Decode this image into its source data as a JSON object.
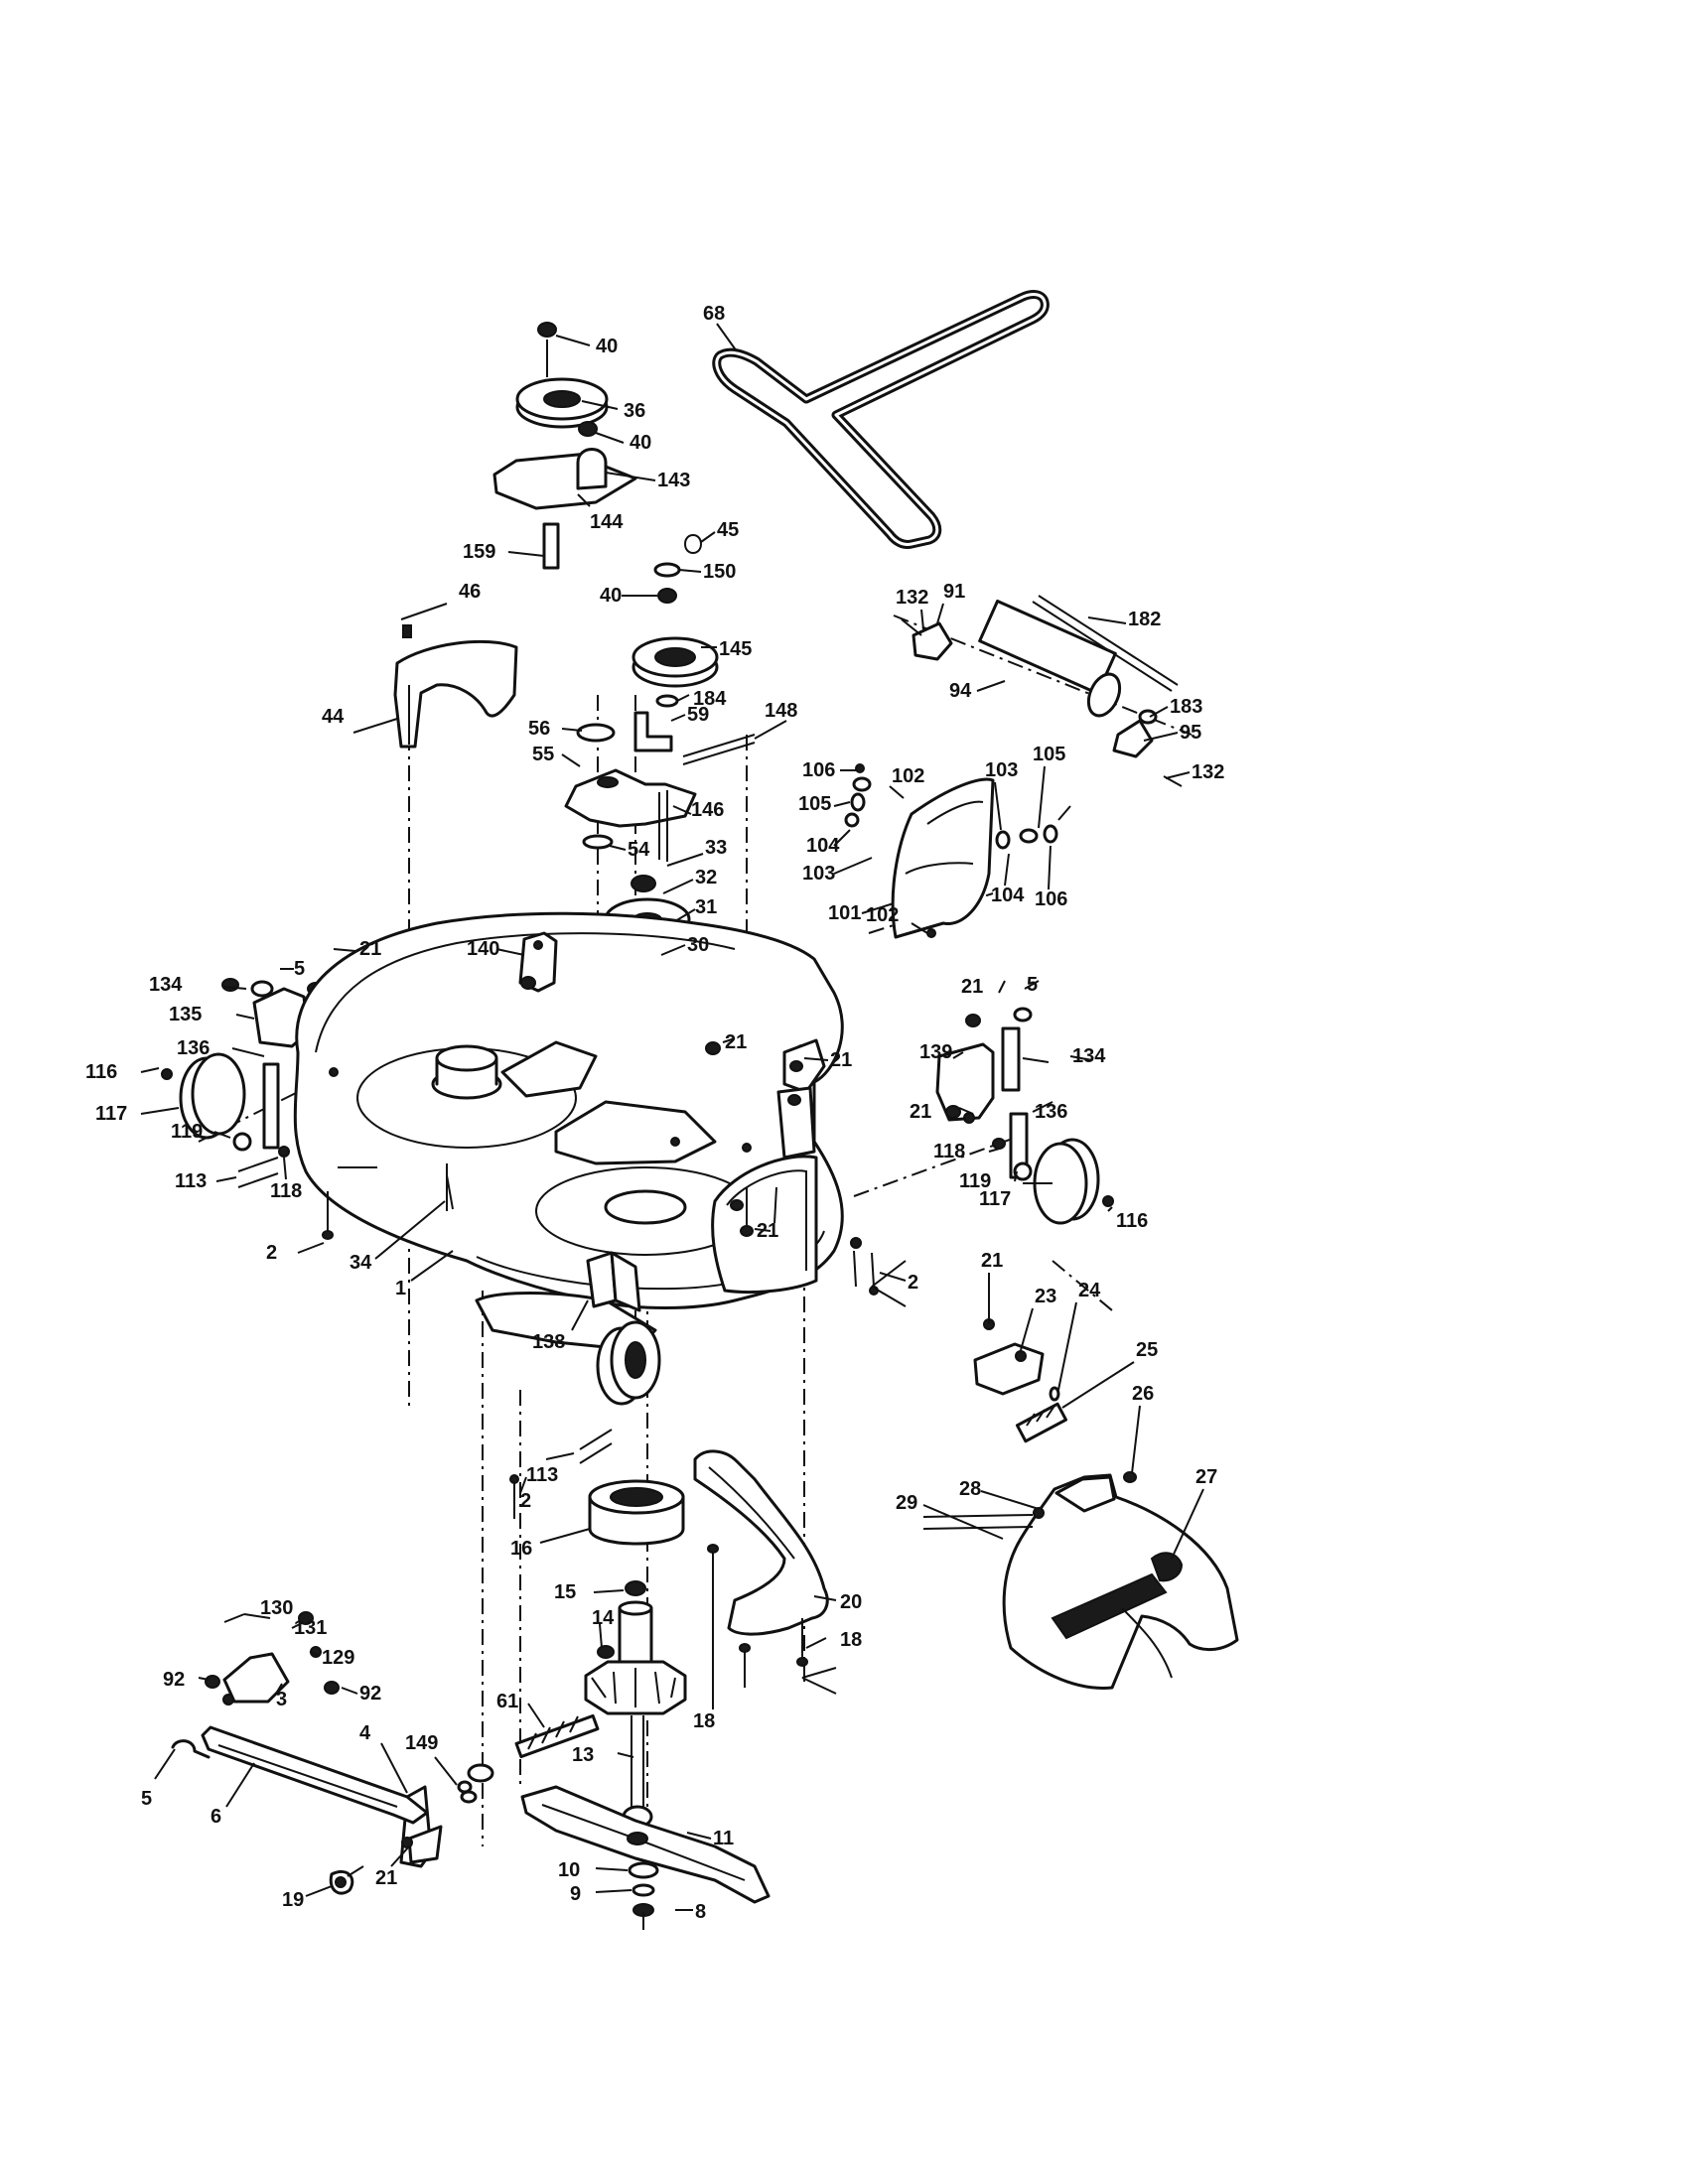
{
  "callouts": [
    {
      "id": "40",
      "label": "40"
    },
    {
      "id": "36",
      "label": "36"
    },
    {
      "id": "40b",
      "label": "40"
    },
    {
      "id": "143",
      "label": "143"
    },
    {
      "id": "144",
      "label": "144"
    },
    {
      "id": "159",
      "label": "159"
    },
    {
      "id": "68",
      "label": "68"
    },
    {
      "id": "45",
      "label": "45"
    },
    {
      "id": "150",
      "label": "150"
    },
    {
      "id": "40c",
      "label": "40"
    },
    {
      "id": "46",
      "label": "46"
    },
    {
      "id": "145",
      "label": "145"
    },
    {
      "id": "184",
      "label": "184"
    },
    {
      "id": "44",
      "label": "44"
    },
    {
      "id": "59",
      "label": "59"
    },
    {
      "id": "148",
      "label": "148"
    },
    {
      "id": "56",
      "label": "56"
    },
    {
      "id": "55",
      "label": "55"
    },
    {
      "id": "146",
      "label": "146"
    },
    {
      "id": "54",
      "label": "54"
    },
    {
      "id": "33",
      "label": "33"
    },
    {
      "id": "32",
      "label": "32"
    },
    {
      "id": "31",
      "label": "31"
    },
    {
      "id": "30",
      "label": "30"
    },
    {
      "id": "132",
      "label": "132"
    },
    {
      "id": "91",
      "label": "91"
    },
    {
      "id": "182",
      "label": "182"
    },
    {
      "id": "94",
      "label": "94"
    },
    {
      "id": "183",
      "label": "183"
    },
    {
      "id": "95",
      "label": "95"
    },
    {
      "id": "132b",
      "label": "132"
    },
    {
      "id": "106",
      "label": "106"
    },
    {
      "id": "102",
      "label": "102"
    },
    {
      "id": "103",
      "label": "103"
    },
    {
      "id": "105",
      "label": "105"
    },
    {
      "id": "105b",
      "label": "105"
    },
    {
      "id": "104",
      "label": "104"
    },
    {
      "id": "103b",
      "label": "103"
    },
    {
      "id": "104b",
      "label": "104"
    },
    {
      "id": "106b",
      "label": "106"
    },
    {
      "id": "101",
      "label": "101"
    },
    {
      "id": "102b",
      "label": "102"
    },
    {
      "id": "21a",
      "label": "21"
    },
    {
      "id": "5a",
      "label": "5"
    },
    {
      "id": "134a",
      "label": "134"
    },
    {
      "id": "135",
      "label": "135"
    },
    {
      "id": "140",
      "label": "140"
    },
    {
      "id": "136a",
      "label": "136"
    },
    {
      "id": "116a",
      "label": "116"
    },
    {
      "id": "117a",
      "label": "117"
    },
    {
      "id": "119a",
      "label": "119"
    },
    {
      "id": "113a",
      "label": "113"
    },
    {
      "id": "118a",
      "label": "118"
    },
    {
      "id": "2a",
      "label": "2"
    },
    {
      "id": "34",
      "label": "34"
    },
    {
      "id": "1",
      "label": "1"
    },
    {
      "id": "21b",
      "label": "21"
    },
    {
      "id": "21c",
      "label": "21"
    },
    {
      "id": "21d",
      "label": "21"
    },
    {
      "id": "5b",
      "label": "5"
    },
    {
      "id": "139",
      "label": "139"
    },
    {
      "id": "134b",
      "label": "134"
    },
    {
      "id": "21e",
      "label": "21"
    },
    {
      "id": "136b",
      "label": "136"
    },
    {
      "id": "118b",
      "label": "118"
    },
    {
      "id": "119b",
      "label": "119"
    },
    {
      "id": "117b",
      "label": "117"
    },
    {
      "id": "116b",
      "label": "116"
    },
    {
      "id": "21f",
      "label": "21"
    },
    {
      "id": "2b",
      "label": "2"
    },
    {
      "id": "138",
      "label": "138"
    },
    {
      "id": "21g",
      "label": "21"
    },
    {
      "id": "23",
      "label": "23"
    },
    {
      "id": "24",
      "label": "24"
    },
    {
      "id": "25",
      "label": "25"
    },
    {
      "id": "26",
      "label": "26"
    },
    {
      "id": "27",
      "label": "27"
    },
    {
      "id": "28",
      "label": "28"
    },
    {
      "id": "29",
      "label": "29"
    },
    {
      "id": "113b",
      "label": "113"
    },
    {
      "id": "2c",
      "label": "2"
    },
    {
      "id": "16",
      "label": "16"
    },
    {
      "id": "15",
      "label": "15"
    },
    {
      "id": "14",
      "label": "14"
    },
    {
      "id": "20",
      "label": "20"
    },
    {
      "id": "18a",
      "label": "18"
    },
    {
      "id": "18b",
      "label": "18"
    },
    {
      "id": "130",
      "label": "130"
    },
    {
      "id": "131",
      "label": "131"
    },
    {
      "id": "129",
      "label": "129"
    },
    {
      "id": "92a",
      "label": "92"
    },
    {
      "id": "92b",
      "label": "92"
    },
    {
      "id": "3",
      "label": "3"
    },
    {
      "id": "61",
      "label": "61"
    },
    {
      "id": "4",
      "label": "4"
    },
    {
      "id": "149",
      "label": "149"
    },
    {
      "id": "5c",
      "label": "5"
    },
    {
      "id": "6",
      "label": "6"
    },
    {
      "id": "19",
      "label": "19"
    },
    {
      "id": "21h",
      "label": "21"
    },
    {
      "id": "13",
      "label": "13"
    },
    {
      "id": "11",
      "label": "11"
    },
    {
      "id": "10",
      "label": "10"
    },
    {
      "id": "9",
      "label": "9"
    },
    {
      "id": "8",
      "label": "8"
    }
  ]
}
